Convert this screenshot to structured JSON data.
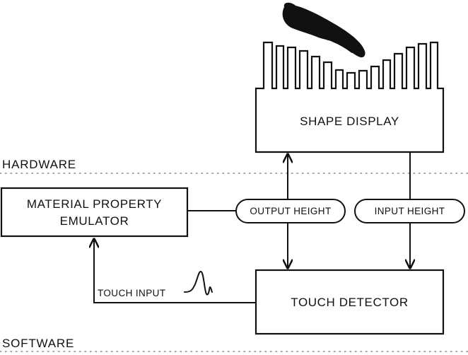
{
  "zones": {
    "hardware_label": "HARDWARE",
    "software_label": "SOFTWARE"
  },
  "blocks": {
    "shape_display": "SHAPE DISPLAY",
    "material_property_line1": "MATERIAL PROPERTY",
    "material_property_line2": "EMULATOR",
    "touch_detector": "TOUCH DETECTOR"
  },
  "signals": {
    "output_height": "OUTPUT HEIGHT",
    "input_height": "INPUT HEIGHT",
    "touch_input": "TOUCH INPUT"
  },
  "colors": {
    "ink": "#111111",
    "background": "#ffffff",
    "divider": "#888888"
  },
  "icons": {
    "hand": "hand-icon",
    "pin_array": "shape-display-pins-icon",
    "touch_signal": "touch-pulse-icon"
  }
}
